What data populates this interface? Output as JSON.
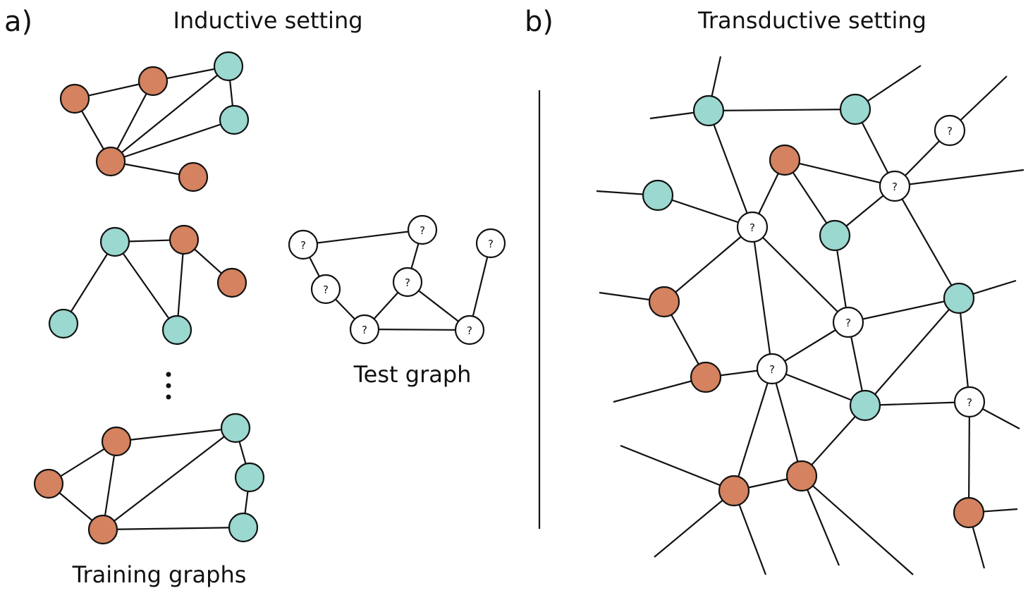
{
  "labels": {
    "panel_a": "a)",
    "panel_b": "b)",
    "inductive_title": "Inductive setting",
    "transductive_title": "Transductive setting",
    "test_graph": "Test graph",
    "training_graphs": "Training graphs",
    "unknown_marker": "?"
  },
  "colors": {
    "labeled_orange": "#d4825f",
    "labeled_teal": "#9ad8d0",
    "unknown": "#ffffff",
    "stroke": "#111111"
  }
}
